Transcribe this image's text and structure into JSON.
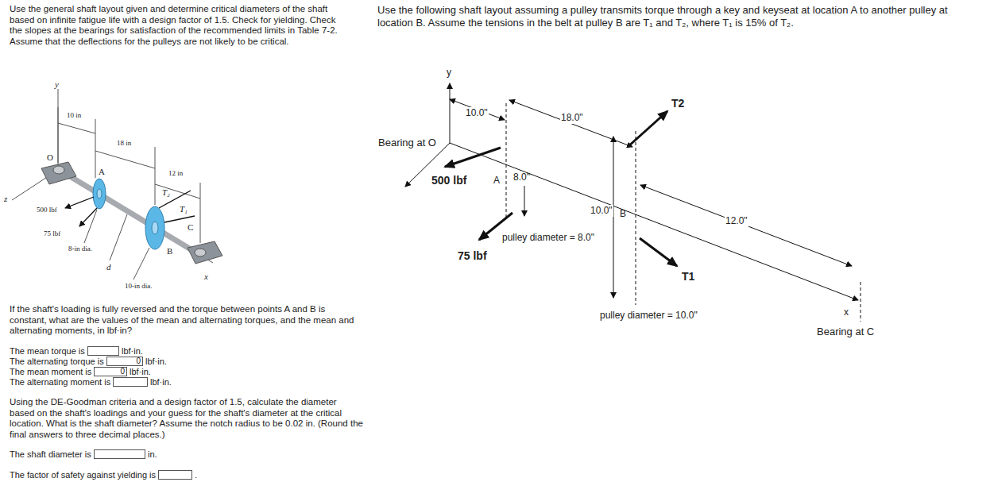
{
  "diagram": {
    "nodes": [
      {
        "text": [
          "0"
        ]
      },
      {
        "text": [
          "0"
        ]
      }
    ],
    "labels": [
      "Use the general shaft layout given and determine critical diameters of the shaft based on infinite fatigue life with a design factor of 1.5. Check for yielding. Check the slopes at the bearings for satisfaction of the recommended limits in Table 7-2. Assume that the deflections for the pulleys are not likely to be critical.",
      "Use the following shaft layout assuming a pulley transmits torque through a key and keyseat at location A to another pulley at location B. Assume the tensions in the belt at pulley B are T₁ and T₂, where T₁ is 15% of T₂.",
      "y",
      "10 in",
      "O",
      "A",
      "18 in",
      "12 in",
      "T₂",
      "T₁",
      "C",
      "z",
      "500 lbf",
      "75 lbf",
      "8-in dia.",
      "d",
      "B",
      "10-in dia.",
      "x",
      "If the shaft's loading is fully reversed and the torque between points A and B is constant, what are the values of the mean and alternating torques, and the mean and alternating moments, in lbf·in?",
      "The mean torque is",
      "lbf·in.",
      "The alternating torque is",
      "lbf·in.",
      "The mean moment is",
      "lbf·in.",
      "The alternating moment is",
      "lbf·in.",
      "Using the DE-Goodman criteria and a design factor of 1.5, calculate the diameter based on the shaft's loadings and your guess for the shaft's diameter at the critical location. What is the shaft diameter? Assume the notch radius to be 0.02 in. (Round the final answers to three decimal places.)",
      "The shaft diameter is",
      "in.",
      "The factor of safety against yielding is",
      ".",
      "y",
      "10.0\"",
      "18.0\"",
      "T2",
      "Bearing at O",
      "500 lbf",
      "A",
      "8.0\"",
      "10.0\"",
      "B",
      "12.0\"",
      "pulley diameter = 8.0\"",
      "75 lbf",
      "T1",
      "pulley diameter = 10.0\"",
      "x",
      "Bearing at C"
    ]
  }
}
